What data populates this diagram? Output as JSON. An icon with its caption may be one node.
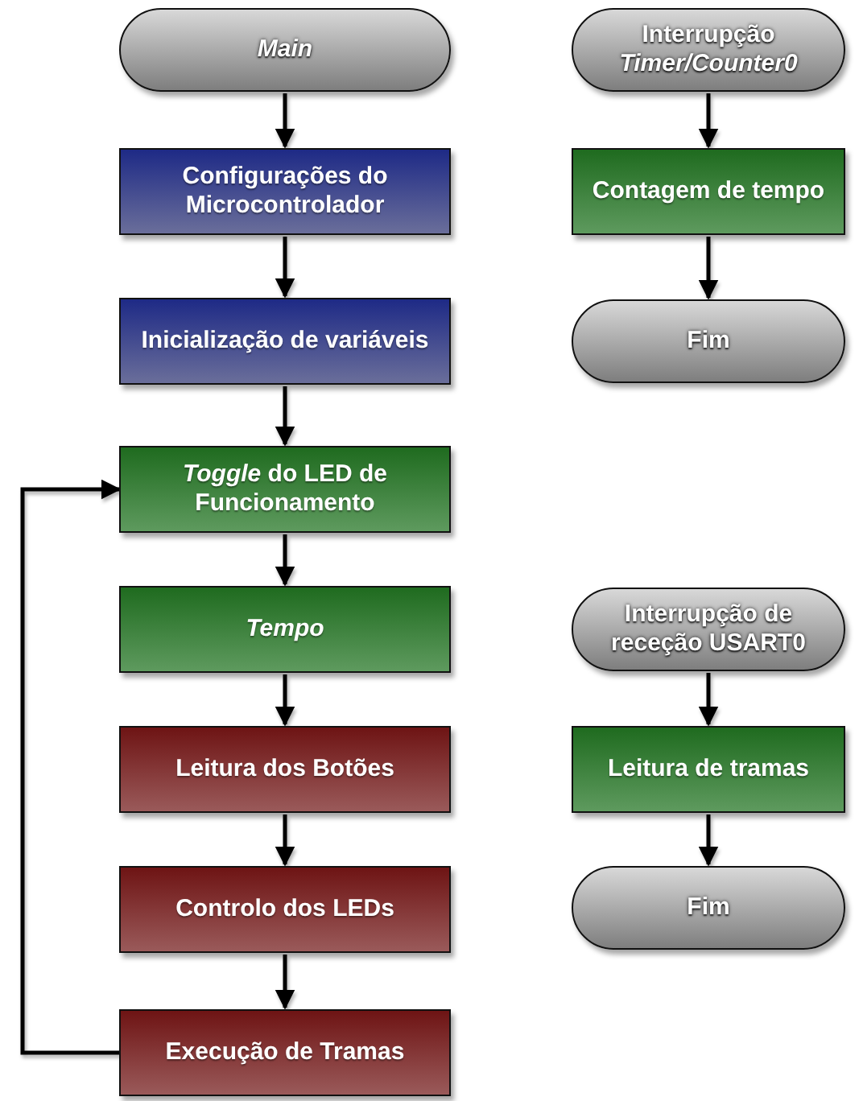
{
  "diagram": {
    "nodes": [
      {
        "text": [
          "Main"
        ]
      },
      {
        "text": [
          "Configurações do Microcontrolador"
        ]
      },
      {
        "text": [
          "Inicialização de variáveis"
        ]
      },
      {
        "text": [
          "*Toggle* do LED de Funcionamento"
        ]
      },
      {
        "text": [
          "Tempo"
        ]
      },
      {
        "text": [
          "Leitura dos Botões"
        ]
      },
      {
        "text": [
          "Controlo dos LEDs"
        ]
      },
      {
        "text": [
          "Execução de Tramas"
        ]
      },
      {
        "text": [
          "Interrupção *Timer/Counter0*"
        ]
      },
      {
        "text": [
          "Contagem de tempo"
        ]
      },
      {
        "text": [
          "Fim"
        ]
      },
      {
        "text": [
          "Interrupção de receção USART0"
        ]
      },
      {
        "text": [
          "Leitura de tramas"
        ]
      },
      {
        "text": [
          "Fim"
        ]
      }
    ],
    "edges": [
      {
        "from": 0,
        "to": 1,
        "arrow": "to"
      },
      {
        "from": 1,
        "to": 2,
        "arrow": "to"
      },
      {
        "from": 2,
        "to": 3,
        "arrow": "to"
      },
      {
        "from": 3,
        "to": 4,
        "arrow": "to"
      },
      {
        "from": 4,
        "to": 5,
        "arrow": "to"
      },
      {
        "from": 5,
        "to": 6,
        "arrow": "to"
      },
      {
        "from": 6,
        "to": 7,
        "arrow": "to"
      },
      {
        "from": 7,
        "to": 3,
        "arrow": "to"
      },
      {
        "from": 8,
        "to": 9,
        "arrow": "to"
      },
      {
        "from": 9,
        "to": 10,
        "arrow": "to"
      },
      {
        "from": 11,
        "to": 12,
        "arrow": "to"
      },
      {
        "from": 12,
        "to": 13,
        "arrow": "to"
      }
    ]
  }
}
